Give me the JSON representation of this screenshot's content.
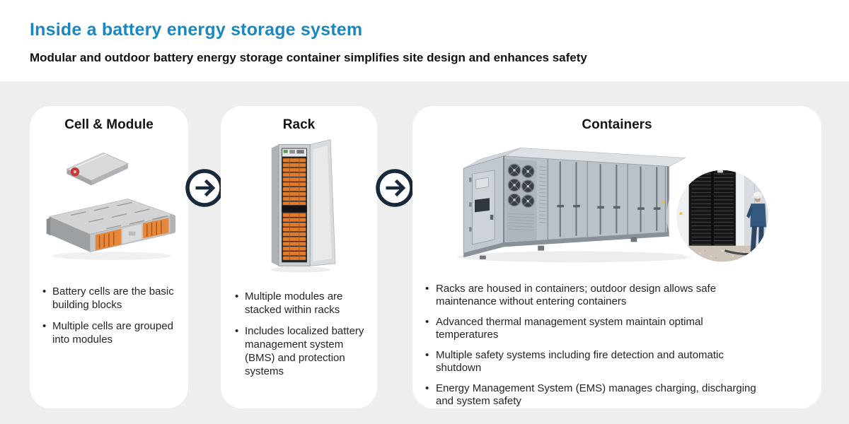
{
  "header": {
    "title": "Inside a battery energy storage system",
    "subtitle": "Modular and outdoor battery energy storage container simplifies site design and enhances safety"
  },
  "panels": [
    {
      "title": "Cell & Module",
      "image": "battery-cell-and-module-photo",
      "bullets": [
        "Battery cells are the basic building blocks",
        "Multiple cells are grouped into modules"
      ]
    },
    {
      "title": "Rack",
      "image": "battery-rack-cabinet-photo",
      "bullets": [
        "Multiple modules are stacked within racks",
        "Includes localized battery management system (BMS) and protection systems"
      ]
    },
    {
      "title": "Containers",
      "image": "outdoor-storage-container-photo",
      "bullets": [
        "Racks are housed in containers; outdoor design allows safe maintenance without entering containers",
        "Advanced thermal management system maintain optimal temperatures",
        "Multiple safety systems including fire detection and automatic shutdown",
        "Energy Management System (EMS) manages charging, discharging and system safety"
      ]
    }
  ],
  "icons": {
    "step_arrow": "arrow-right-circle"
  },
  "colors": {
    "title_blue": "#1a86c2",
    "arrow_navy": "#17293b",
    "background_gray": "#eeeeef",
    "panel_white": "#ffffff",
    "text_dark": "#232426",
    "module_orange": "#e0812f"
  }
}
